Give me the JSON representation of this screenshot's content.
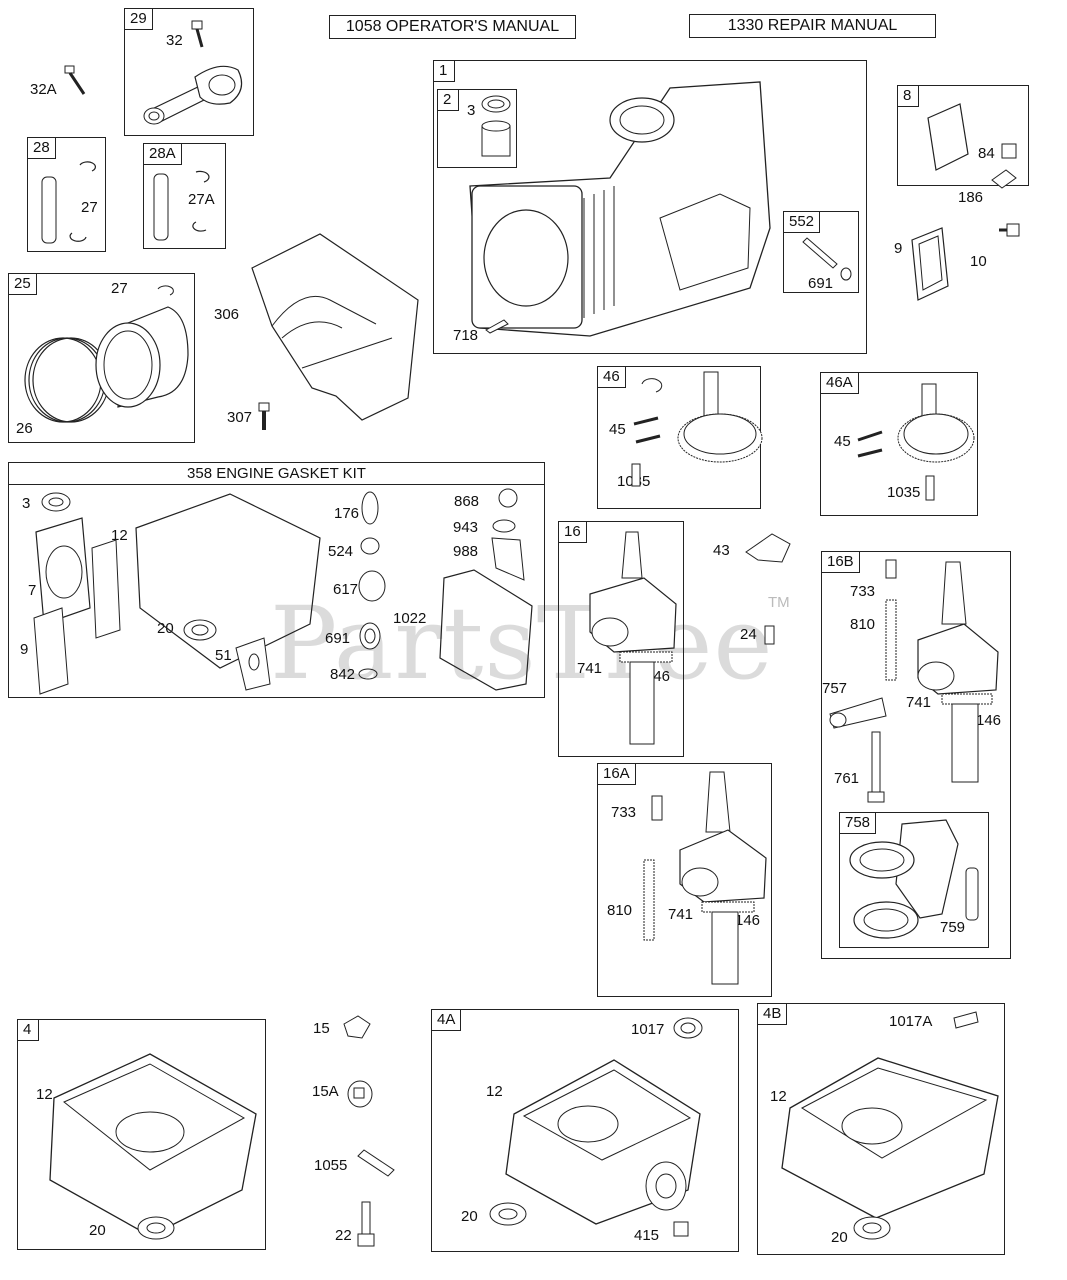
{
  "watermark": {
    "text": "PartsTree",
    "tm": "TM"
  },
  "manuals": {
    "operator": "1058 OPERATOR'S MANUAL",
    "repair": "1330 REPAIR MANUAL"
  },
  "kit": {
    "title": "358 ENGINE GASKET KIT"
  },
  "boxes": {
    "b29": "29",
    "b28": "28",
    "b28a": "28A",
    "b25": "25",
    "b1": "1",
    "b2": "2",
    "b552": "552",
    "b8": "8",
    "b46": "46",
    "b46a": "46A",
    "b16": "16",
    "b16b": "16B",
    "b16a": "16A",
    "b758": "758",
    "b4": "4",
    "b4a": "4A",
    "b4b": "4B"
  },
  "labels": {
    "l32a": "32A",
    "l32": "32",
    "l27a28": "27",
    "l27a": "27A",
    "l27_25": "27",
    "l26": "26",
    "l306": "306",
    "l307": "307",
    "l3a": "3",
    "l718": "718",
    "l691a": "691",
    "l84": "84",
    "l186": "186",
    "l9a": "9",
    "l10": "10",
    "l45a": "45",
    "l1035a": "1035",
    "l45b": "45",
    "l1035b": "1035",
    "k3": "3",
    "k12": "12",
    "k7": "7",
    "k9": "9",
    "k20": "20",
    "k51": "51",
    "k176": "176",
    "k524": "524",
    "k617": "617",
    "k691": "691",
    "k842": "842",
    "k868": "868",
    "k943": "943",
    "k988": "988",
    "k1022": "1022",
    "l741a": "741",
    "l146a": "146",
    "l43": "43",
    "l24": "24",
    "l733a": "733",
    "l810a": "810",
    "l757": "757",
    "l741b": "741",
    "l146b": "146",
    "l761": "761",
    "l759": "759",
    "l733b": "733",
    "l810b": "810",
    "l741c": "741",
    "l146c": "146",
    "l12a": "12",
    "l20a": "20",
    "l15": "15",
    "l15a": "15A",
    "l1055": "1055",
    "l22": "22",
    "l1017": "1017",
    "l12b": "12",
    "l20b": "20",
    "l415": "415",
    "l1017a": "1017A",
    "l12c": "12",
    "l20c": "20"
  }
}
